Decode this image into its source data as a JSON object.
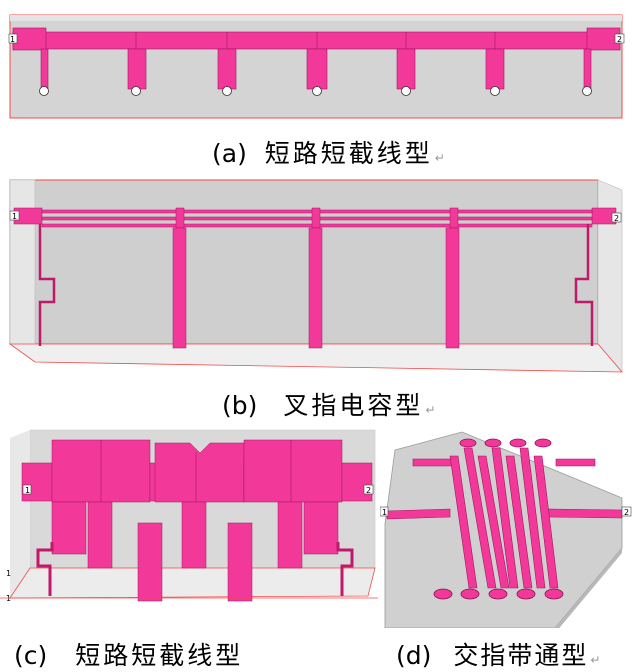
{
  "colors": {
    "pink": "#f2399a",
    "gray": "#d3d3d4",
    "box": "#f24a4a",
    "dark": "#9a9a9a"
  },
  "panel_a": {
    "caption_letter": "(a)",
    "caption_text": "短路短截线型",
    "port_left": "1",
    "port_right": "2"
  },
  "panel_b": {
    "caption_letter": "(b)",
    "caption_text": "叉指电容型",
    "port_left": "1",
    "port_right": "2"
  },
  "panel_c": {
    "caption_letter": "(c)",
    "caption_text": "短路短截线型",
    "port_left": "1",
    "port_right": "2",
    "edge_mark_1": "1",
    "edge_mark_2": "1"
  },
  "panel_d": {
    "caption_letter": "(d)",
    "caption_text": "交指带通型",
    "port_left": "1",
    "port_right": "2"
  },
  "return_mark": "↵"
}
